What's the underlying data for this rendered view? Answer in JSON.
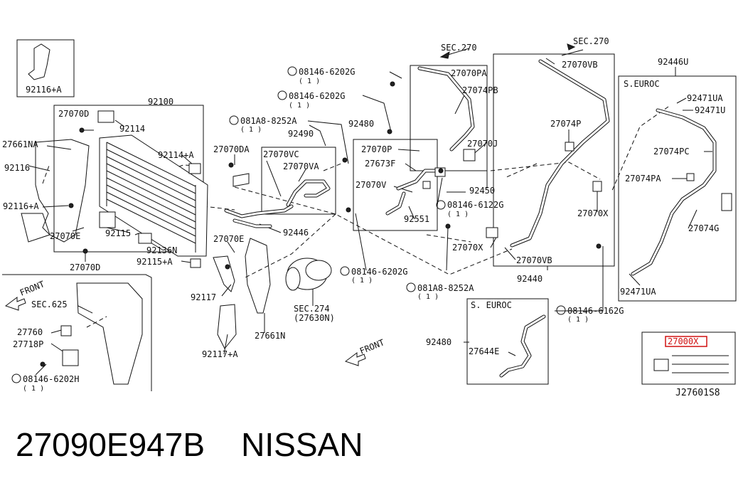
{
  "diagram_code": "J27601S8",
  "caption": "27090E947B    NISSAN",
  "highlight_color": "#d01010",
  "labels": {
    "p92116a_top": "92116+A",
    "p27070D_a": "27070D",
    "p92114": "92114",
    "p92100": "92100",
    "p27661NA": "27661NA",
    "p92116": "92116",
    "p92116a": "92116+A",
    "p92114a": "92114+A",
    "p27070E_a": "27070E",
    "p92115": "92115",
    "p92136N": "92136N",
    "p27070D_b": "27070D",
    "p92115a": "92115+A",
    "front_left": "FRONT",
    "sec625": "SEC.625",
    "p27760": "27760",
    "p27718P": "27718P",
    "b08146_6202H": "08146-6202H",
    "q1_a": "( 1 )",
    "p27070DA": "27070DA",
    "p27070VC": "27070VC",
    "p27070VA": "27070VA",
    "p92490": "92490",
    "p27070E_b": "27070E",
    "p92446": "92446",
    "p92117": "92117",
    "p92117a": "92117+A",
    "p27661N": "27661N",
    "sec274": "SEC.274",
    "sec274_sub": "(27630N)",
    "front_mid": "FRONT",
    "b081A8_8252A_top": "081A8-8252A",
    "q1_b": "( 1 )",
    "b08146_6202G_1": "08146-6202G",
    "q1_c": "( 1 )",
    "b08146_6202G_2": "08146-6202G",
    "q1_d": "( 1 )",
    "p92480_a": "92480",
    "p27070P": "27070P",
    "p27673F": "27673F",
    "p27070V": "27070V",
    "p92551": "92551",
    "b08146_6122G": "08146-6122G",
    "q1_e": "( 1 )",
    "b08146_6202G_3": "08146-6202G",
    "q1_f": "( 1 )",
    "b081A8_8252A_bot": "081A8-8252A",
    "q1_g": "( 1 )",
    "sec270_a": "SEC.270",
    "p27070PA": "27070PA",
    "p27074PB": "27074PB",
    "p27070J": "27070J",
    "p92450": "92450",
    "sec270_b": "SEC.270",
    "p27070VB_a": "27070VB",
    "p27074P": "27074P",
    "p27070X_a": "27070X",
    "p27070X_b": "27070X",
    "p27070VB_b": "27070VB",
    "p92440": "92440",
    "p92446U": "92446U",
    "seuroc_a": "S.EUROC",
    "p92471UA_a": "92471UA",
    "p92471U": "92471U",
    "p27074PC": "27074PC",
    "p27074PA": "27074PA",
    "p27074G": "27074G",
    "p92471UA_b": "92471UA",
    "seuroc_b": "S. EUROC",
    "p92480_b": "92480",
    "p27644E": "27644E",
    "b08146_6162G": "08146-6162G",
    "q1_h": "( 1 )",
    "p27000X": "27000X"
  }
}
